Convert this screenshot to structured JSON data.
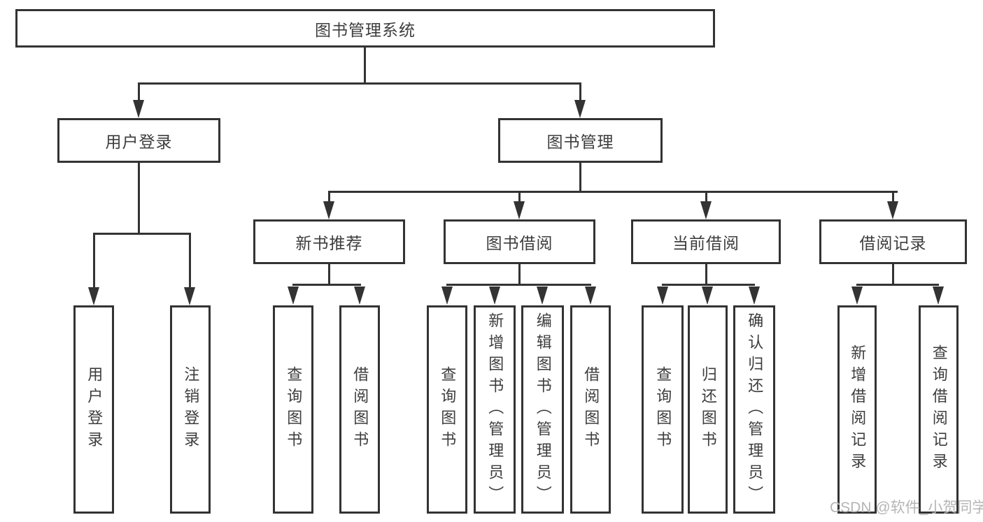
{
  "diagram": {
    "root": {
      "label": "图书管理系统"
    },
    "level2": [
      {
        "label": "用户登录"
      },
      {
        "label": "图书管理"
      }
    ],
    "level3": [
      {
        "label": "新书推荐"
      },
      {
        "label": "图书借阅"
      },
      {
        "label": "当前借阅"
      },
      {
        "label": "借阅记录"
      }
    ],
    "leaves": {
      "user_login": [
        "用户登录",
        "注销登录"
      ],
      "new_book_recommend": [
        "查询图书",
        "借阅图书"
      ],
      "book_borrow": [
        "查询图书",
        "新增图书（管理员）",
        "编辑图书（管理员）",
        "借阅图书"
      ],
      "current_borrow": [
        "查询图书",
        "归还图书",
        "确认归还（管理员）"
      ],
      "borrow_records": [
        "新增借阅记录",
        "查询借阅记录"
      ]
    },
    "watermark": "CSDN @软件_小贺同学",
    "colors": {
      "line": "#333333",
      "text": "#3d3d3d",
      "watermark": "#b5b5b5",
      "background": "#ffffff"
    }
  }
}
